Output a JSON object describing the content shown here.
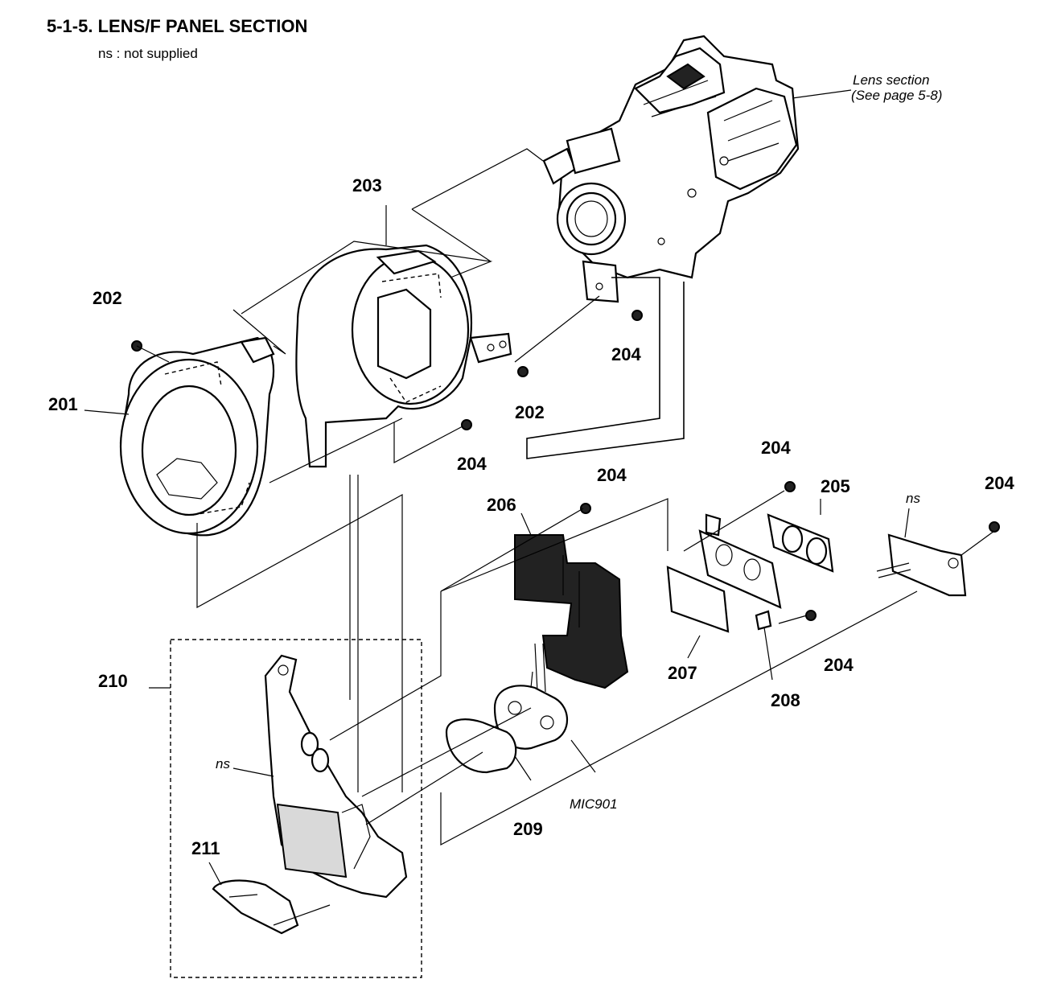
{
  "header": {
    "title": "5-1-5. LENS/F PANEL SECTION",
    "note": "ns : not supplied"
  },
  "callouts": {
    "lens_section_line1": "Lens section",
    "lens_section_line2": "(See page 5-8)",
    "ns_top": "ns",
    "ns_bottom": "ns",
    "mic": "MIC901"
  },
  "labels": {
    "p201": "201",
    "p202a": "202",
    "p202b": "202",
    "p203": "203",
    "p204a": "204",
    "p204b": "204",
    "p204c": "204",
    "p204d": "204",
    "p204e": "204",
    "p204f": "204",
    "p205": "205",
    "p206": "206",
    "p207": "207",
    "p208": "208",
    "p209": "209",
    "p210": "210",
    "p211": "211"
  }
}
